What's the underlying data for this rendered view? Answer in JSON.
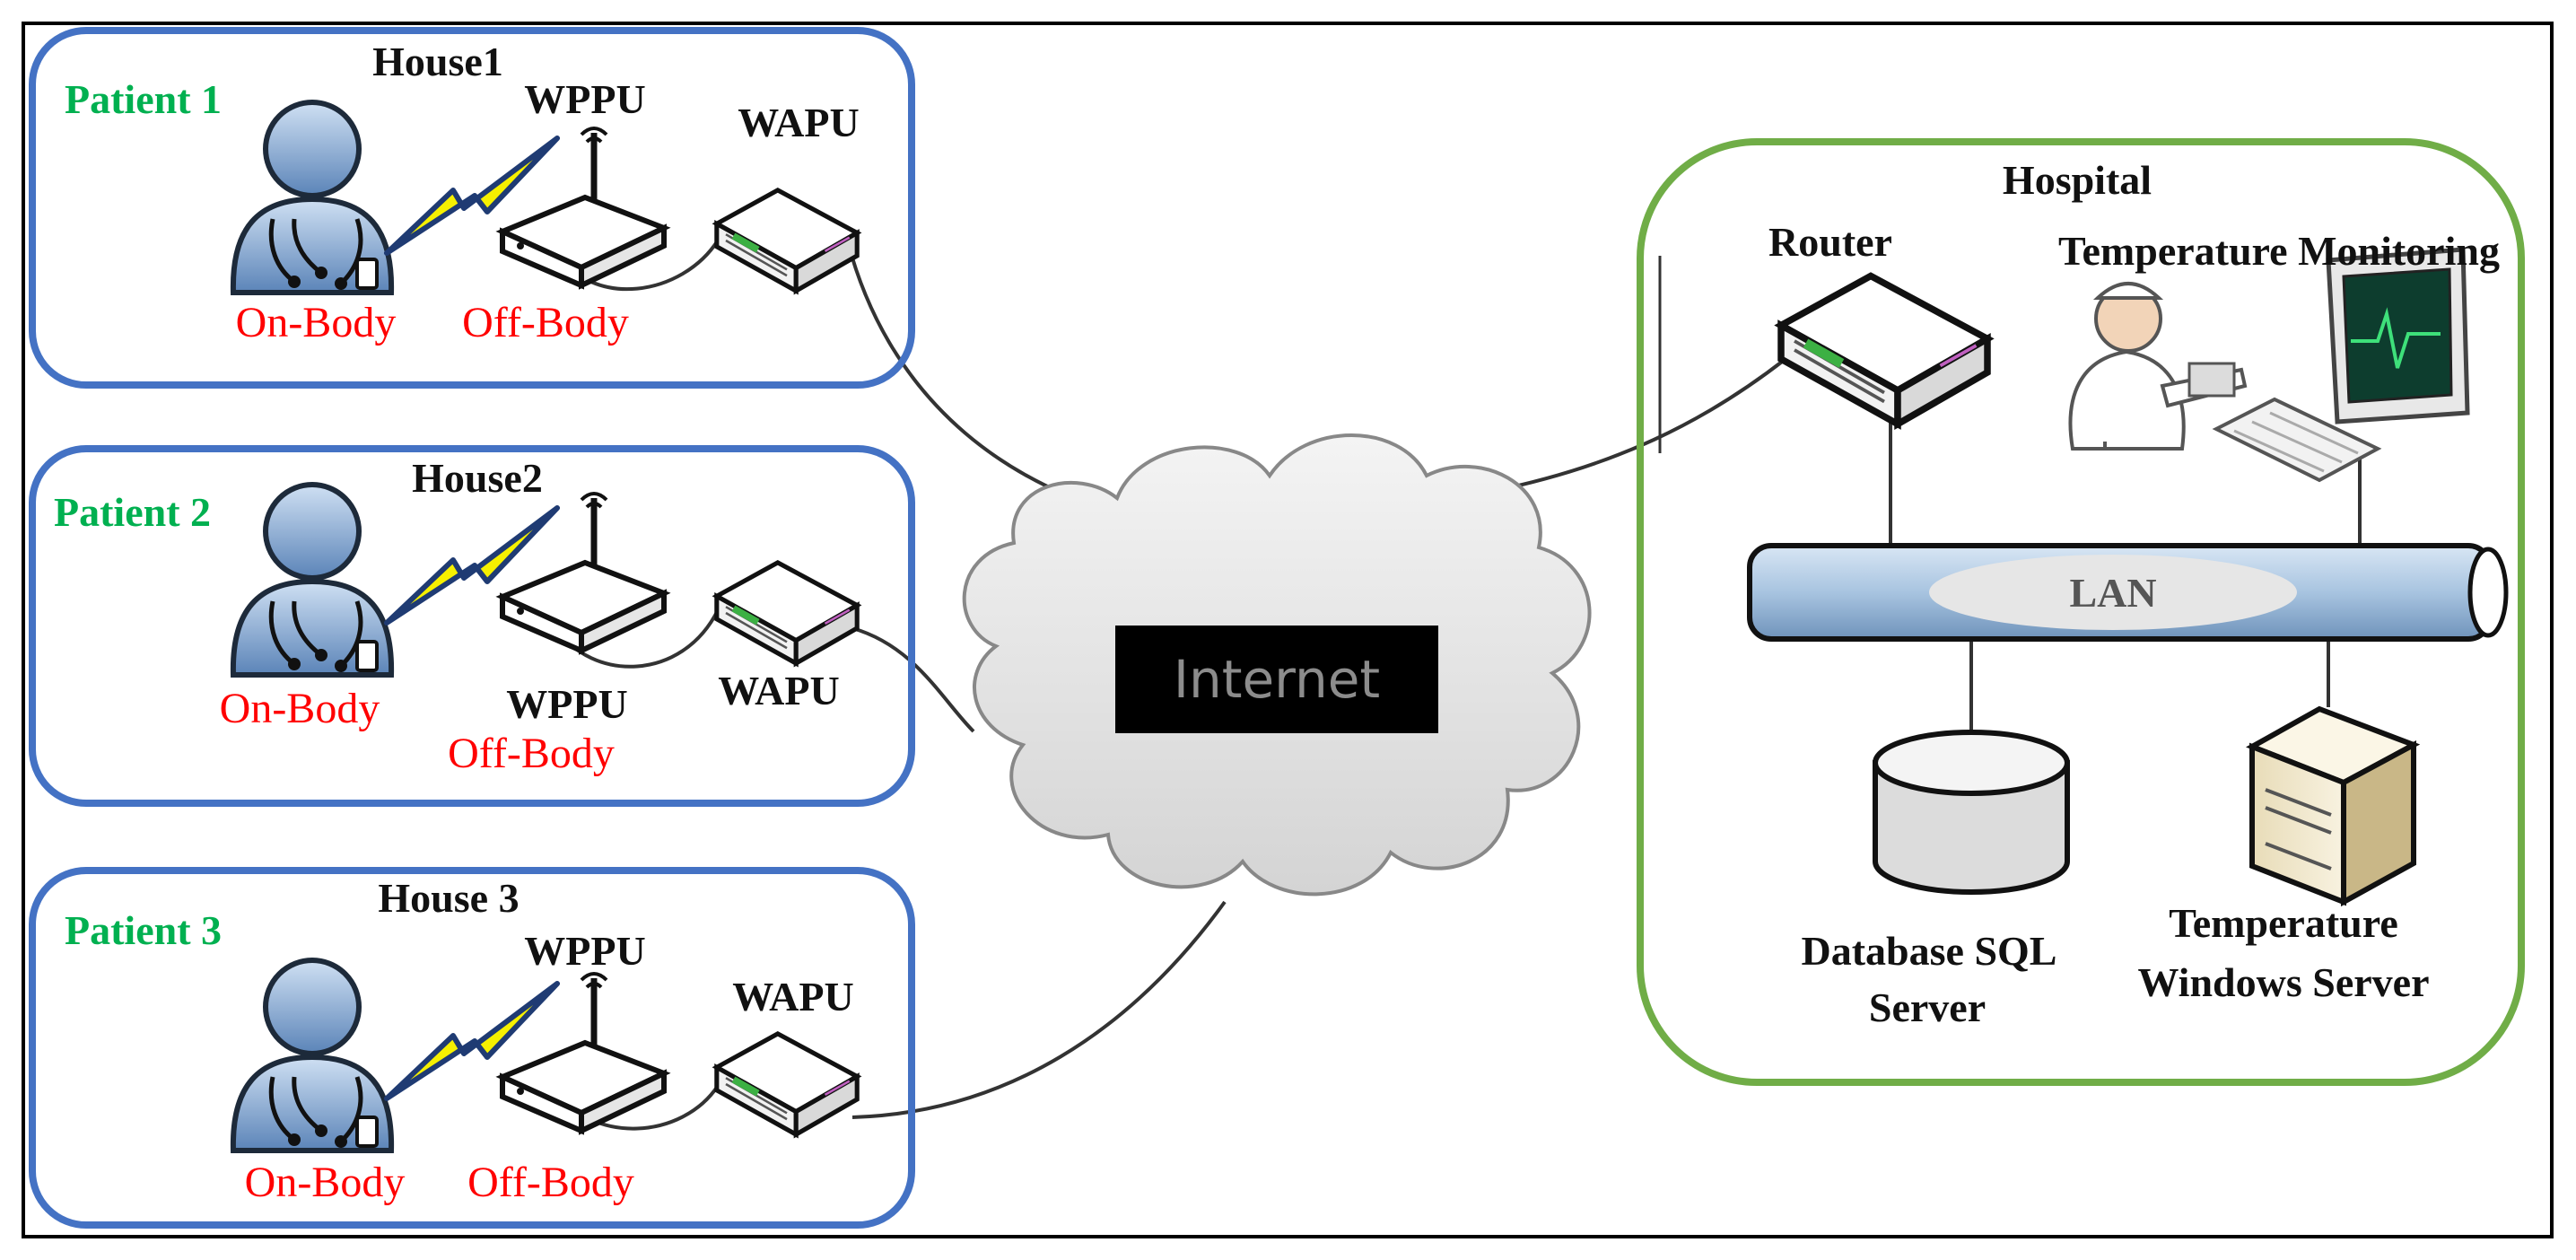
{
  "colors": {
    "house_border": "#4472c4",
    "hospital_border": "#70ad47",
    "patient_label": "#00b050",
    "body_label": "#ff0000",
    "lan_pipe": "#a8c4e0",
    "internet_box": "#000000",
    "internet_text": "#8c8c8c"
  },
  "icons": {
    "patient": "person-icon",
    "wppu": "wireless-access-point-icon",
    "wapu": "network-switch-icon",
    "link": "wireless-link-icon",
    "cloud": "cloud-icon",
    "router": "router-icon",
    "nurse": "nurse-icon",
    "monitor": "computer-monitor-icon",
    "database": "database-icon",
    "server": "server-tower-icon"
  },
  "houses": [
    {
      "house": "House1",
      "patient": "Patient 1",
      "wppu": "WPPU",
      "wapu": "WAPU",
      "on_body": "On-Body",
      "off_body": "Off-Body"
    },
    {
      "house": "House2",
      "patient": "Patient 2",
      "wppu": "WPPU",
      "wapu": "WAPU",
      "on_body": "On-Body",
      "off_body": "Off-Body"
    },
    {
      "house": "House 3",
      "patient": "Patient 3",
      "wppu": "WPPU",
      "wapu": "WAPU",
      "on_body": "On-Body",
      "off_body": "Off-Body"
    }
  ],
  "internet": {
    "label": "Internet"
  },
  "hospital": {
    "title": "Hospital",
    "router": "Router",
    "monitoring": "Temperature Monitoring",
    "lan": "LAN",
    "database_line1": "Database SQL",
    "database_line2": "Server",
    "server_line1": "Temperature",
    "server_line2": "Windows Server"
  }
}
